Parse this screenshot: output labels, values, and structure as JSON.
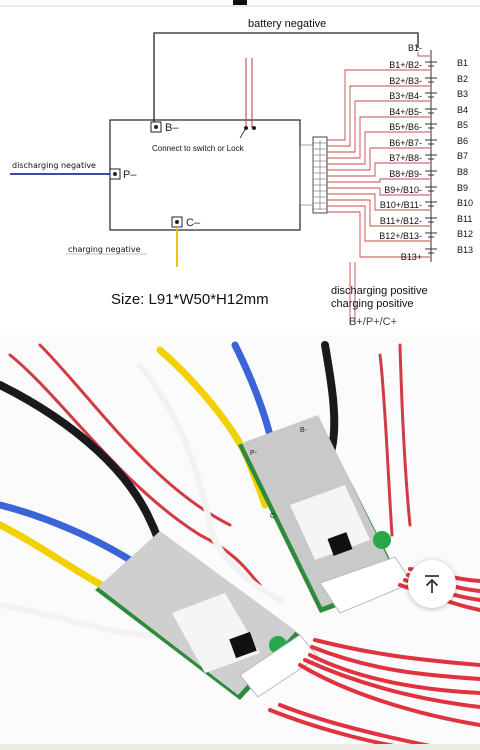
{
  "diagram": {
    "battery_negative": "battery negative",
    "b_minus": "B–",
    "connect_switch": "Connect to switch or Lock",
    "discharging_negative": "discharging negative",
    "p_minus": "P–",
    "c_minus": "C–",
    "charging_negative": "charging negative",
    "size_text": "Size: L91*W50*H12mm",
    "discharging_positive": "discharging positive",
    "charging_positive": "charging positive",
    "pos_terminals": "B+/P+/C+",
    "taps": [
      "B1-",
      "B1+/B2-",
      "B2+/B3-",
      "B3+/B4-",
      "B4+/B5-",
      "B5+/B6-",
      "B6+/B7-",
      "B7+/B8-",
      "B8+/B9-",
      "B9+/B10-",
      "B10+/B11-",
      "B11+/B12-",
      "B12+/B13-",
      "B13+"
    ],
    "cells": [
      "B1",
      "B2",
      "B3",
      "B4",
      "B5",
      "B6",
      "B7",
      "B8",
      "B9",
      "B10",
      "B11",
      "B12",
      "B13"
    ]
  },
  "photo": {
    "label_c": "C-",
    "label_p": "P-",
    "label_b": "B-"
  },
  "ui": {
    "scroll_top_icon": "arrow-up-to-top-icon"
  }
}
